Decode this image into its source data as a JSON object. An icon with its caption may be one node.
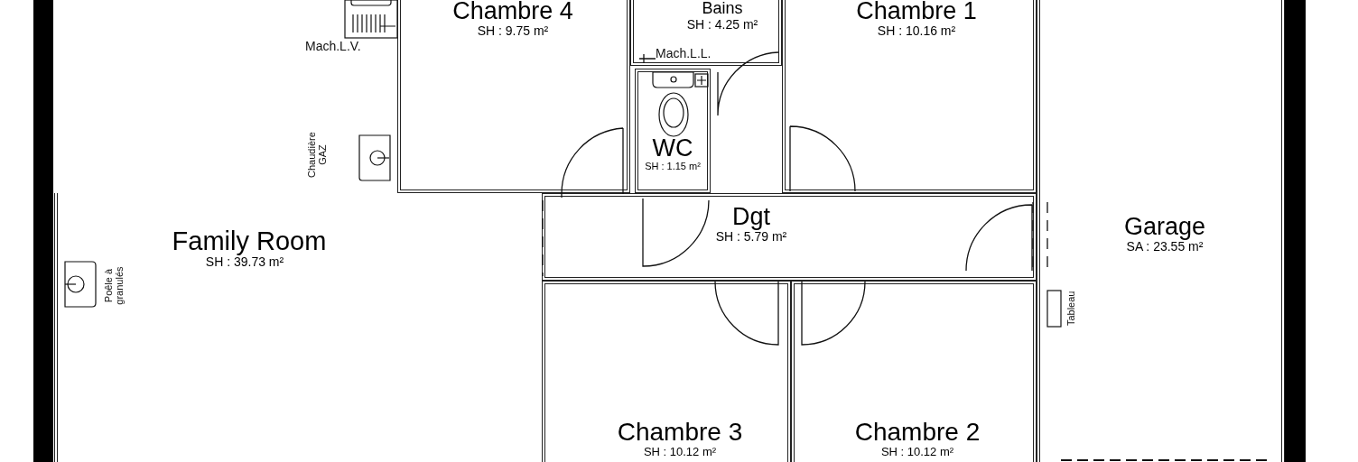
{
  "diagram": {
    "nodes": [
      {
        "text": [
          "Family Room",
          "SH : 39.73 m²"
        ]
      },
      {
        "text": [
          "Chambre 4",
          "SH : 9.75 m²"
        ]
      },
      {
        "text": [
          "Bains",
          "SH : 4.25 m²"
        ]
      },
      {
        "text": [
          "Chambre 1",
          "SH : 10.16 m²"
        ]
      },
      {
        "text": [
          "WC",
          "SH : 1.15 m²"
        ]
      },
      {
        "text": [
          "Dgt",
          "SH : 5.79 m²"
        ]
      },
      {
        "text": [
          "Garage",
          "SA : 23.55 m²"
        ]
      },
      {
        "text": [
          "Chambre 3",
          "SH : 10.12 m²"
        ]
      },
      {
        "text": [
          "Chambre 2",
          "SH : 10.12 m²"
        ]
      },
      {
        "text": [],
        "shape": "bar"
      },
      {
        "text": [],
        "shape": "bar"
      }
    ],
    "labels": [
      "Mach.L.V.",
      "Chaudière GAZ",
      "Mach.L.L.",
      "Poêle à granulés",
      "Tableau"
    ]
  }
}
